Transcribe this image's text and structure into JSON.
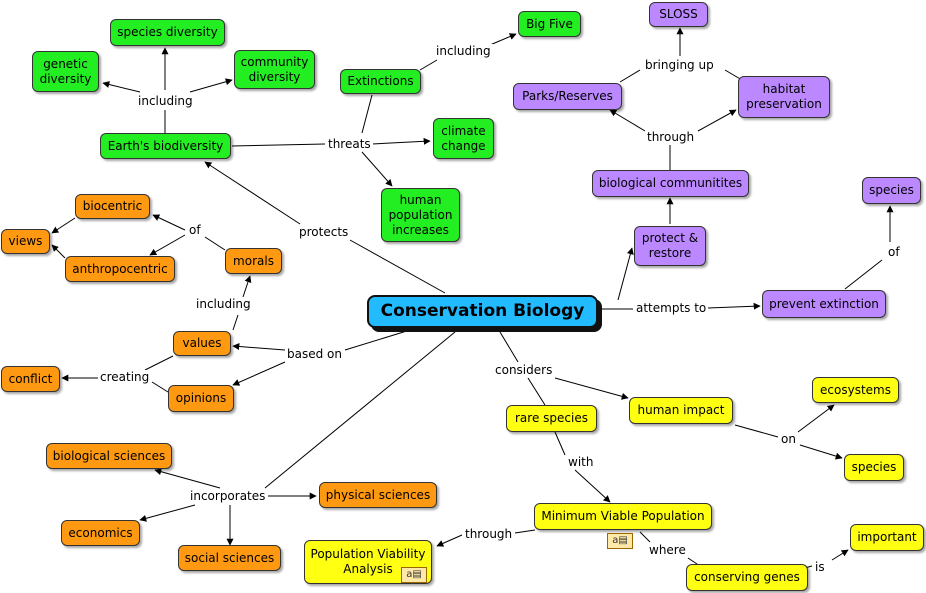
{
  "nodes": {
    "conservation_biology": "Conservation Biology",
    "earths_biodiversity": "Earth's biodiversity",
    "species_diversity": "species diversity",
    "genetic_diversity": "genetic diversity",
    "community_diversity": "community diversity",
    "extinctions": "Extinctions",
    "big_five": "Big Five",
    "climate_change": "climate change",
    "human_population_increases": "human population increases",
    "sloss": "SLOSS",
    "parks_reserves": "Parks/Reserves",
    "habitat_preservation": "habitat preservation",
    "biological_communities": "biological communitites",
    "protect_restore": "protect & restore",
    "species_top": "species",
    "prevent_extinction": "prevent extinction",
    "biocentric": "biocentric",
    "views": "views",
    "anthropocentric": "anthropocentric",
    "morals": "morals",
    "values": "values",
    "conflict": "conflict",
    "opinions": "opinions",
    "biological_sciences": "biological sciences",
    "physical_sciences": "physical sciences",
    "economics": "economics",
    "social_sciences": "social sciences",
    "rare_species": "rare species",
    "human_impact": "human impact",
    "ecosystems": "ecosystems",
    "species_bottom": "species",
    "minimum_viable_population": "Minimum Viable Population",
    "population_viability_analysis": "Population Viability Analysis",
    "conserving_genes": "conserving genes",
    "important": "important"
  },
  "links": {
    "including_top": "including",
    "including_extinctions": "including",
    "threats": "threats",
    "protects": "protects",
    "bringing_up": "bringing up",
    "through_top": "through",
    "of_species": "of",
    "attempts_to": "attempts to",
    "of_morals": "of",
    "including_values": "including",
    "based_on": "based on",
    "creating": "creating",
    "considers": "considers",
    "incorporates": "incorporates",
    "with": "with",
    "on": "on",
    "through_bottom": "through",
    "where": "where",
    "is": "is"
  },
  "colors": {
    "green": "#22ee22",
    "purple": "#bb88ff",
    "orange": "#ff9911",
    "yellow": "#ffff11",
    "central": "#22bbff"
  },
  "icons": [
    "resource-icon",
    "resource-icon"
  ]
}
